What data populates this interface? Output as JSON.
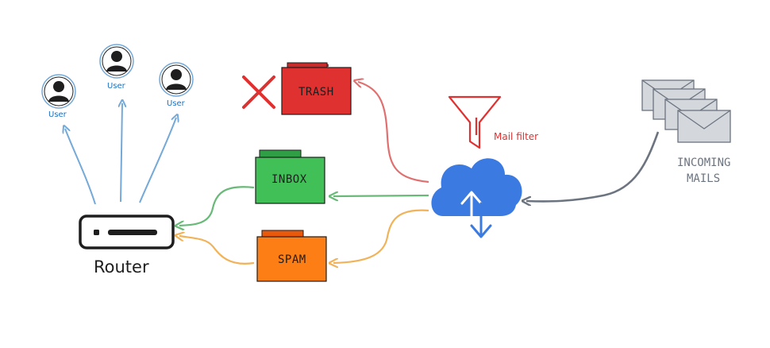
{
  "users": [
    {
      "label": "User"
    },
    {
      "label": "User"
    },
    {
      "label": "User"
    }
  ],
  "router": {
    "label": "Router"
  },
  "folders": {
    "trash": {
      "label": "TRASH",
      "color": "#e03131"
    },
    "inbox": {
      "label": "INBOX",
      "color": "#40c057"
    },
    "spam": {
      "label": "SPAM",
      "color": "#fd7e14"
    }
  },
  "filter": {
    "label": "Mail filter",
    "color": "#e03131"
  },
  "incoming": {
    "line1": "INCOMING",
    "line2": "MAILS"
  },
  "colors": {
    "user_blue": "#1971c2",
    "arrow_blue": "#74a9d8",
    "arrow_green": "#69b978",
    "arrow_orange": "#f0b35a",
    "arrow_red": "#e07070",
    "arrow_gray": "#6c7480",
    "cloud_blue": "#3b7ae0"
  }
}
